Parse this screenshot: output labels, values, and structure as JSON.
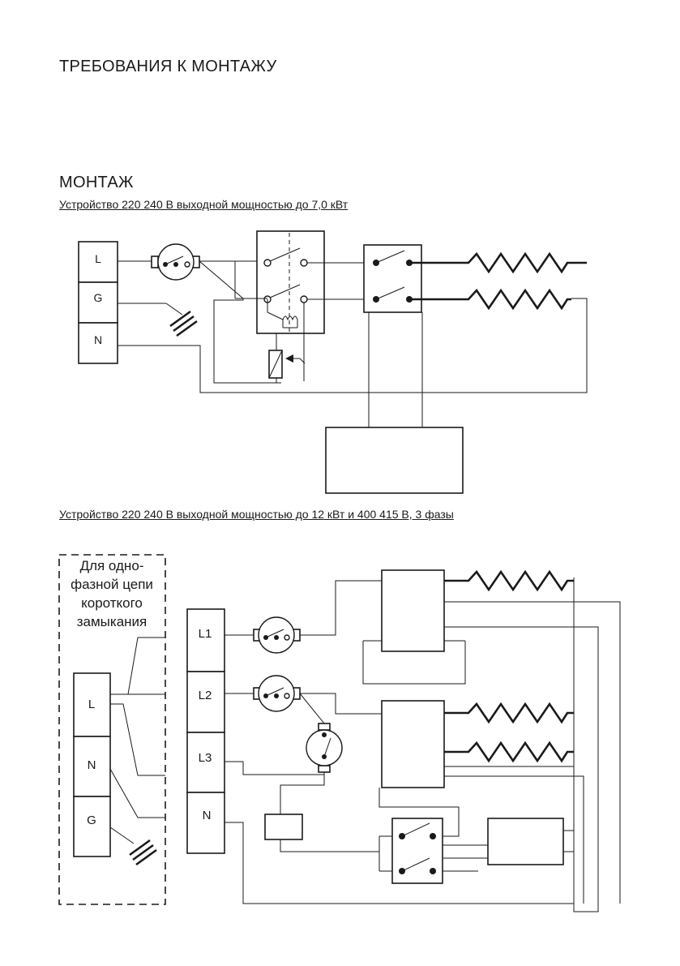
{
  "page": {
    "heading_requirements": "ТРЕБОВАНИЯ К МОНТАЖУ",
    "heading_installation": "МОНТАЖ"
  },
  "diagram1": {
    "caption": "Устройство 220    240 В выходной мощностью до 7,0 кВт",
    "terminals": [
      "L",
      "G",
      "N"
    ]
  },
  "diagram2": {
    "caption": "Устройство 220    240 В выходной мощностью до 12 кВт и 400    415 В, 3 фазы",
    "single_phase_note": [
      "Для одно-",
      "фазной цепи",
      "короткого",
      "замыкания"
    ],
    "supply_terminals": [
      "L1",
      "L2",
      "L3",
      "N"
    ],
    "single_phase_terminals": [
      "L",
      "N",
      "G"
    ]
  }
}
